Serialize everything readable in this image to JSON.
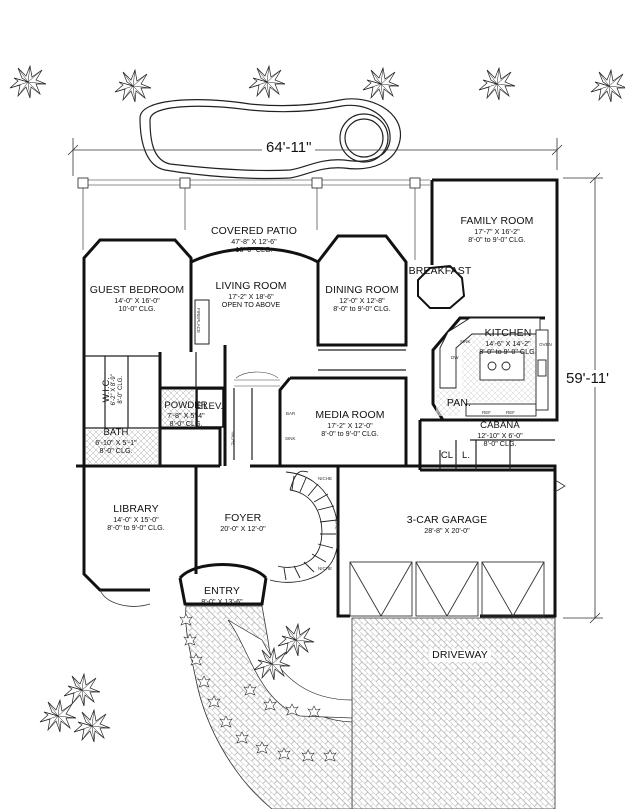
{
  "dimensions": {
    "width": "64'-11\"",
    "depth": "59'-11'"
  },
  "rooms": {
    "covered_patio": {
      "name": "COVERED PATIO",
      "size": "47'-8\" X 12'-6\"",
      "ceiling": "10'-0\" CLG."
    },
    "family_room": {
      "name": "FAMILY ROOM",
      "size": "17'-7\" X 16'-2\"",
      "ceiling": "8'-0\" to 9'-0\" CLG."
    },
    "guest_bedroom": {
      "name": "GUEST BEDROOM",
      "size": "14'-0\" X 16'-0\"",
      "ceiling": "10'-0\" CLG."
    },
    "living_room": {
      "name": "LIVING ROOM",
      "size": "17'-2\" X 18'-6\"",
      "ceiling": "OPEN TO ABOVE"
    },
    "dining_room": {
      "name": "DINING ROOM",
      "size": "12'-0\" X 12'-8\"",
      "ceiling": "8'-0\" to 9'-0\" CLG."
    },
    "breakfast": {
      "name": "BREAKFAST"
    },
    "kitchen": {
      "name": "KITCHEN",
      "size": "14'-6\" X 14'-2\"",
      "ceiling": "8'-0\" to 9'-0\" CLG."
    },
    "wic": {
      "name": "W.I.C.",
      "size": "6'-2\" X 8'-9\"",
      "ceiling": "8'-0\" CLG."
    },
    "elev": {
      "name": "ELEV."
    },
    "media_room": {
      "name": "MEDIA ROOM",
      "size": "17'-2\" X 12'-0\"",
      "ceiling": "8'-0\" to 9'-0\" CLG."
    },
    "pan": {
      "name": "PAN."
    },
    "bath": {
      "name": "BATH",
      "size": "6'-10\" X 5'-1\"",
      "ceiling": "8'-0\" CLG."
    },
    "powder": {
      "name": "POWDER",
      "size": "7'-8\" X 5'-4\"",
      "ceiling": "8'-0\" CLG."
    },
    "cabana": {
      "name": "CABANA",
      "size": "12'-10\" X 6'-0\"",
      "ceiling": "8'-0\" CLG."
    },
    "cl": {
      "name": "CL"
    },
    "l": {
      "name": "L."
    },
    "library": {
      "name": "LIBRARY",
      "size": "14'-0\" X 15'-0\"",
      "ceiling": "8'-0\" to 9'-0\" CLG."
    },
    "foyer": {
      "name": "FOYER",
      "size": "20'-0\" X 12'-0\""
    },
    "garage": {
      "name": "3-CAR GARAGE",
      "size": "28'-8\" X 20'-0\""
    },
    "entry": {
      "name": "ENTRY",
      "size": "8'-0\" X 13'-6\""
    },
    "driveway": {
      "name": "DRIVEWAY"
    }
  },
  "fixtures": {
    "fireplace": "FIREPLACE",
    "niche_1": "NICHE",
    "niche_2": "NICHE",
    "niche_3": "NICHE",
    "niche_4": "NICHE",
    "bar": "BAR",
    "sink_bar": "SINK",
    "dw": "DW",
    "sink_k": "SINK",
    "oven": "OVEN",
    "ref_1": "REF",
    "ref_2": "REF"
  },
  "colors": {
    "line": "#111111",
    "hatch": "#777777",
    "background": "#ffffff"
  }
}
